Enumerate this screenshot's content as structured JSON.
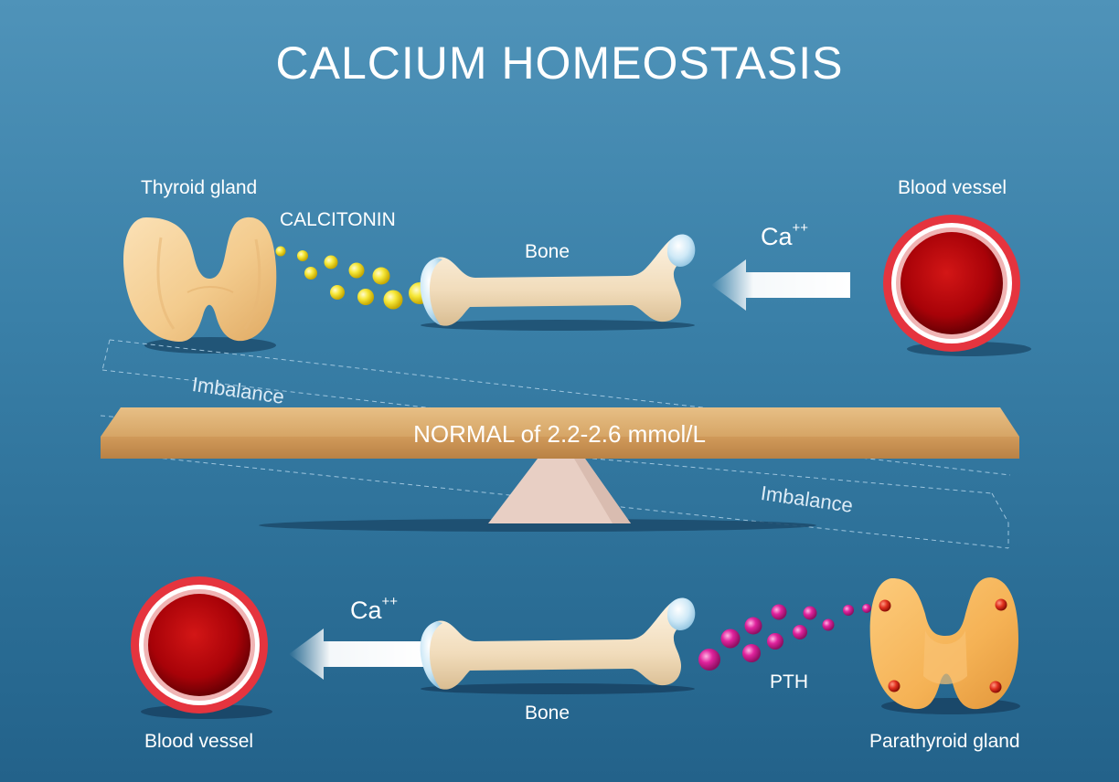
{
  "title": "CALCIUM HOMEOSTASIS",
  "top": {
    "thyroid_label": "Thyroid gland",
    "hormone_label": "CALCITONIN",
    "bone_label": "Bone",
    "ion_label": "Ca",
    "ion_charge": "++",
    "vessel_label": "Blood vessel"
  },
  "balance": {
    "normal_label": "NORMAL of 2.2-2.6 mmol/L",
    "imbalance_left": "Imbalance",
    "imbalance_right": "Imbalance"
  },
  "bottom": {
    "vessel_label": "Blood vessel",
    "ion_label": "Ca",
    "ion_charge": "++",
    "bone_label": "Bone",
    "hormone_label": "PTH",
    "parathyroid_label": "Parathyroid gland"
  },
  "colors": {
    "calcitonin": "#f2e21c",
    "pth": "#e0239d",
    "plank": "#d9a96a",
    "fulcrum": "#ead2c8",
    "vessel_red": "#b3060d",
    "bone": "#f3e4cc",
    "cartilage": "#bfe0f2"
  }
}
